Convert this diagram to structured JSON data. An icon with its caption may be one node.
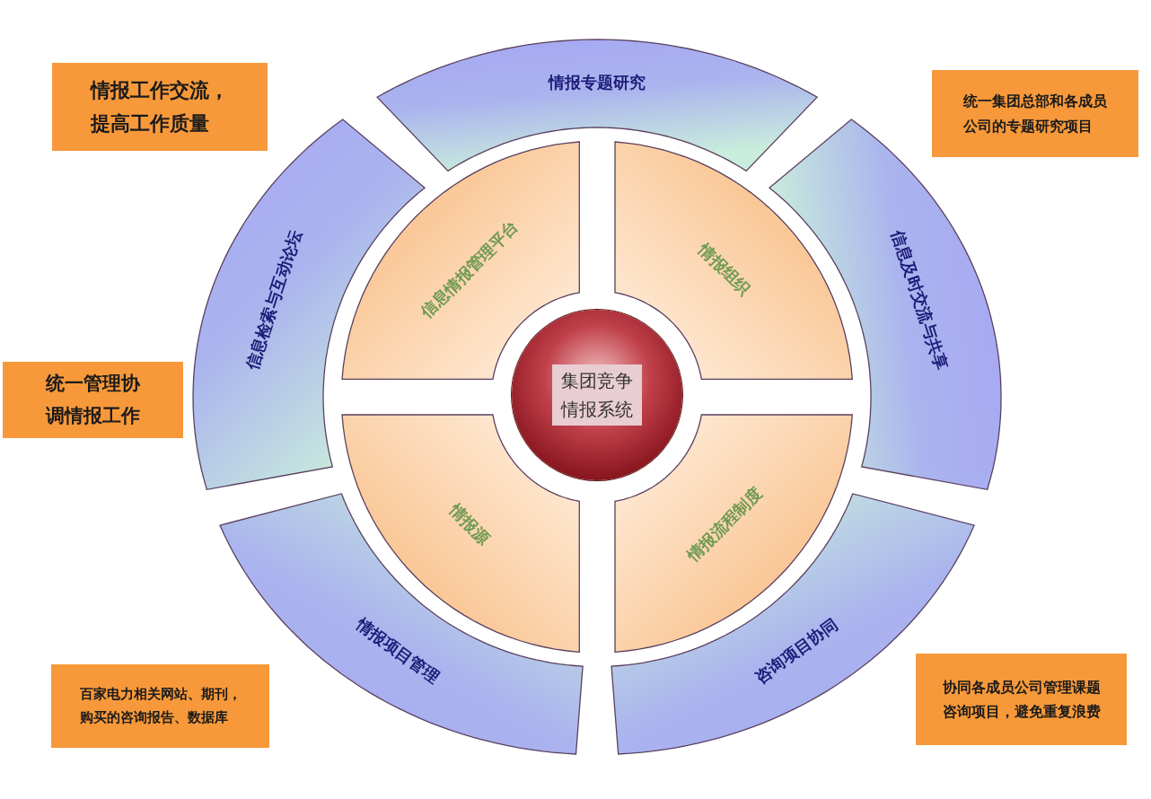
{
  "diagram": {
    "nodes": [
      {
        "text": [
          "情报工作交流，提高工作质量"
        ]
      },
      {
        "text": [
          "情报专题研究"
        ]
      },
      {
        "text": [
          "统一集团总部和各成员公司的专题研究项目"
        ]
      },
      {
        "text": [
          "信息检索与互动论坛"
        ]
      },
      {
        "text": [
          "信息情报管理平台"
        ]
      },
      {
        "text": [
          "情报组织"
        ]
      },
      {
        "text": [
          "信息及时交流与共享"
        ]
      },
      {
        "text": [
          "统一管理协调情报工作"
        ]
      },
      {
        "text": [
          "集团竞争情报系统"
        ]
      },
      {
        "text": [
          "情报源"
        ]
      },
      {
        "text": [
          "情报流程制度"
        ]
      },
      {
        "text": [
          "情报项目管理"
        ]
      },
      {
        "text": [
          "咨询项目协同"
        ]
      },
      {
        "text": [
          "百家电力相关网站、期刊，购买的咨询报告、数据库"
        ]
      },
      {
        "text": [
          "协同各成员公司管理课题咨询项目，避免重复浪费"
        ]
      }
    ]
  }
}
